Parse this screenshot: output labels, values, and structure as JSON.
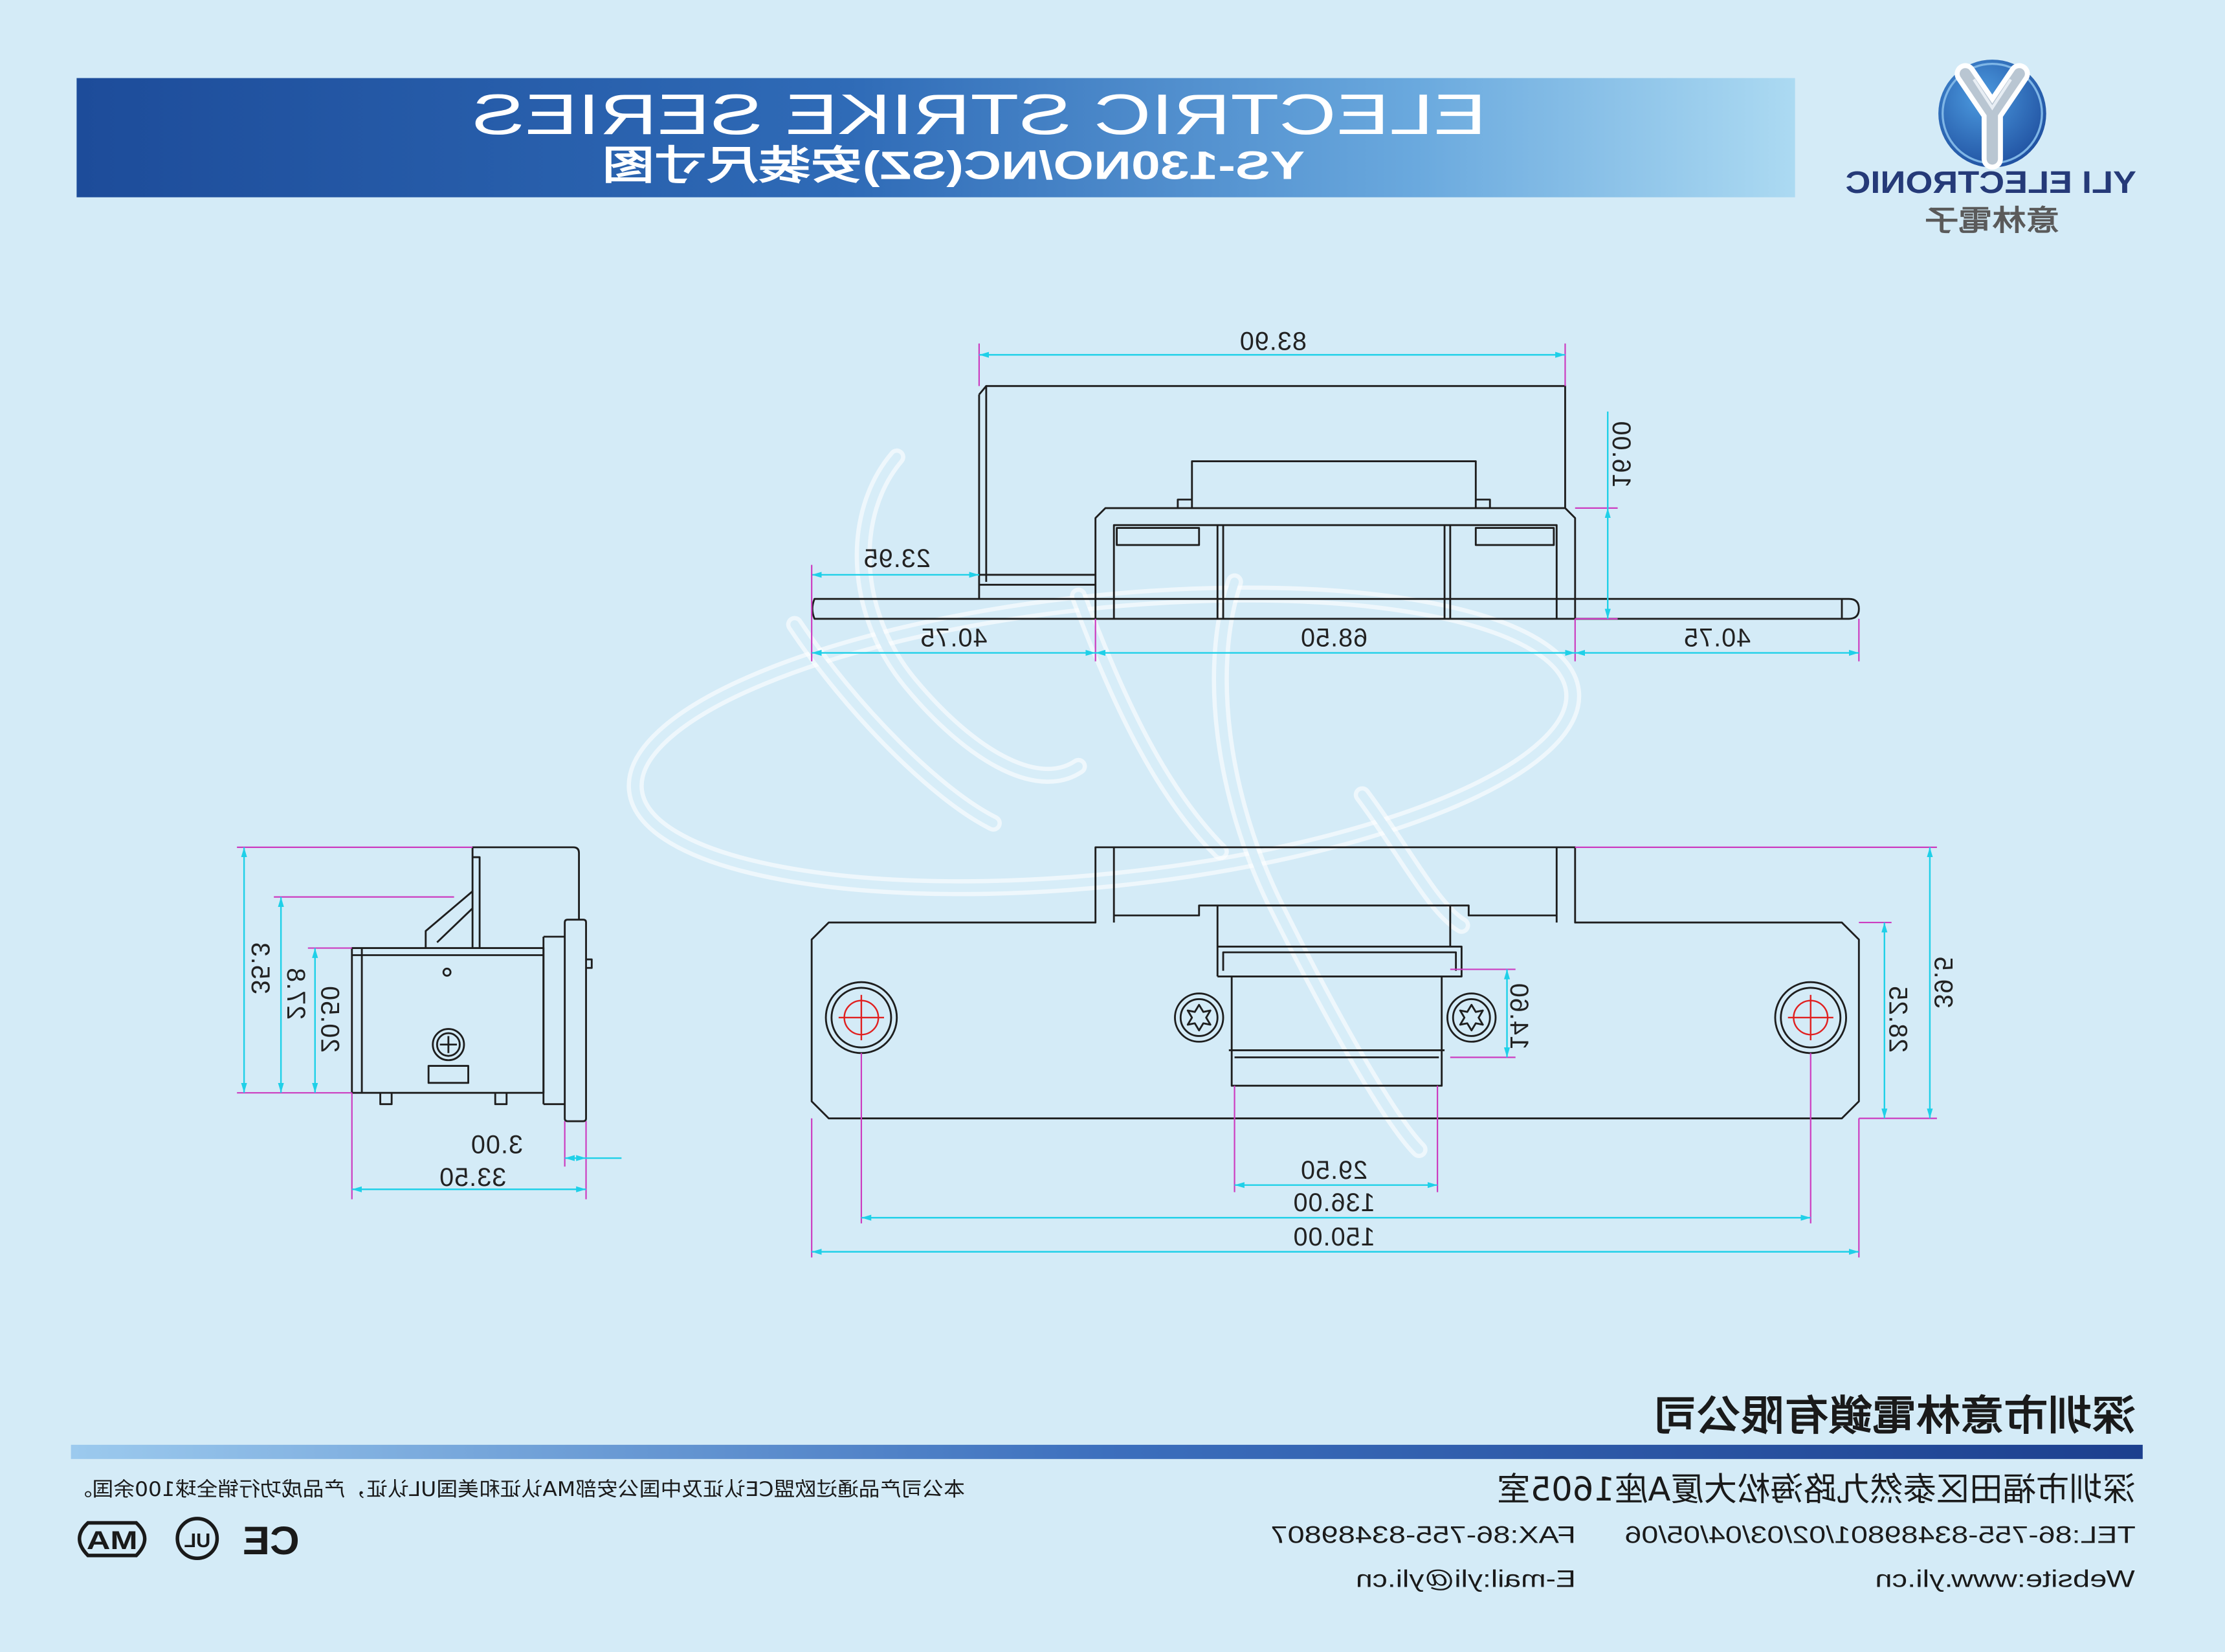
{
  "header": {
    "title": "ELECTRIC STRIKE SERIES",
    "subtitle": "YS-130NO/NC(SZ)安装尺寸图"
  },
  "brand": {
    "name_en": "YLI ELECTRONIC",
    "name_cn": "意林電子",
    "logo_icon": "yli-y-logo-icon"
  },
  "colors": {
    "background": "#d4ebf7",
    "banner_dark": "#1d4c9a",
    "banner_light": "#acdaf2",
    "outline": "#1e1e1e",
    "dimension_line": "#1fd0e8",
    "extension_line": "#cc3cc0",
    "center_mark": "#e02020",
    "footer_bar_dark": "#1c3f8e"
  },
  "drawing": {
    "side_elevation": {
      "overall_length": "83.90",
      "height": "16.00",
      "body_offset": "23.95",
      "left_plate": "40.75",
      "housing_width": "68.50",
      "right_plate": "40.75"
    },
    "end_view": {
      "overall_height": "35.3",
      "mid_height": "27.8",
      "body_height": "20.50",
      "plate_thickness": "3.00",
      "depth": "33.50"
    },
    "front_view": {
      "plate_height": "39.5",
      "plate_face_height": "28.25",
      "keeper_height": "14.60",
      "keeper_width": "29.50",
      "hole_spacing": "136.00",
      "plate_length": "150.00"
    }
  },
  "footer": {
    "company": "深圳市意林電鎖有限公司",
    "address": "深圳市福田区泰然九路海松大厦A座1605室",
    "tel": "TEL:86-755-83489801/02/03/04/05/06",
    "fax": "FAX:86-755-83489807",
    "website": "Website:www.yli.cn",
    "email": "E-mail:yli@yli.cn",
    "certification_note": "本公司产品通过欧盟CE认证及中国公安部MA认证和美国UL认证，产品成功行销全球100余国。"
  },
  "certifications": [
    {
      "mark": "MA",
      "icon": "ma-cert-icon"
    },
    {
      "mark": "UL",
      "icon": "ul-cert-icon"
    },
    {
      "mark": "CE",
      "icon": "ce-cert-icon"
    }
  ]
}
